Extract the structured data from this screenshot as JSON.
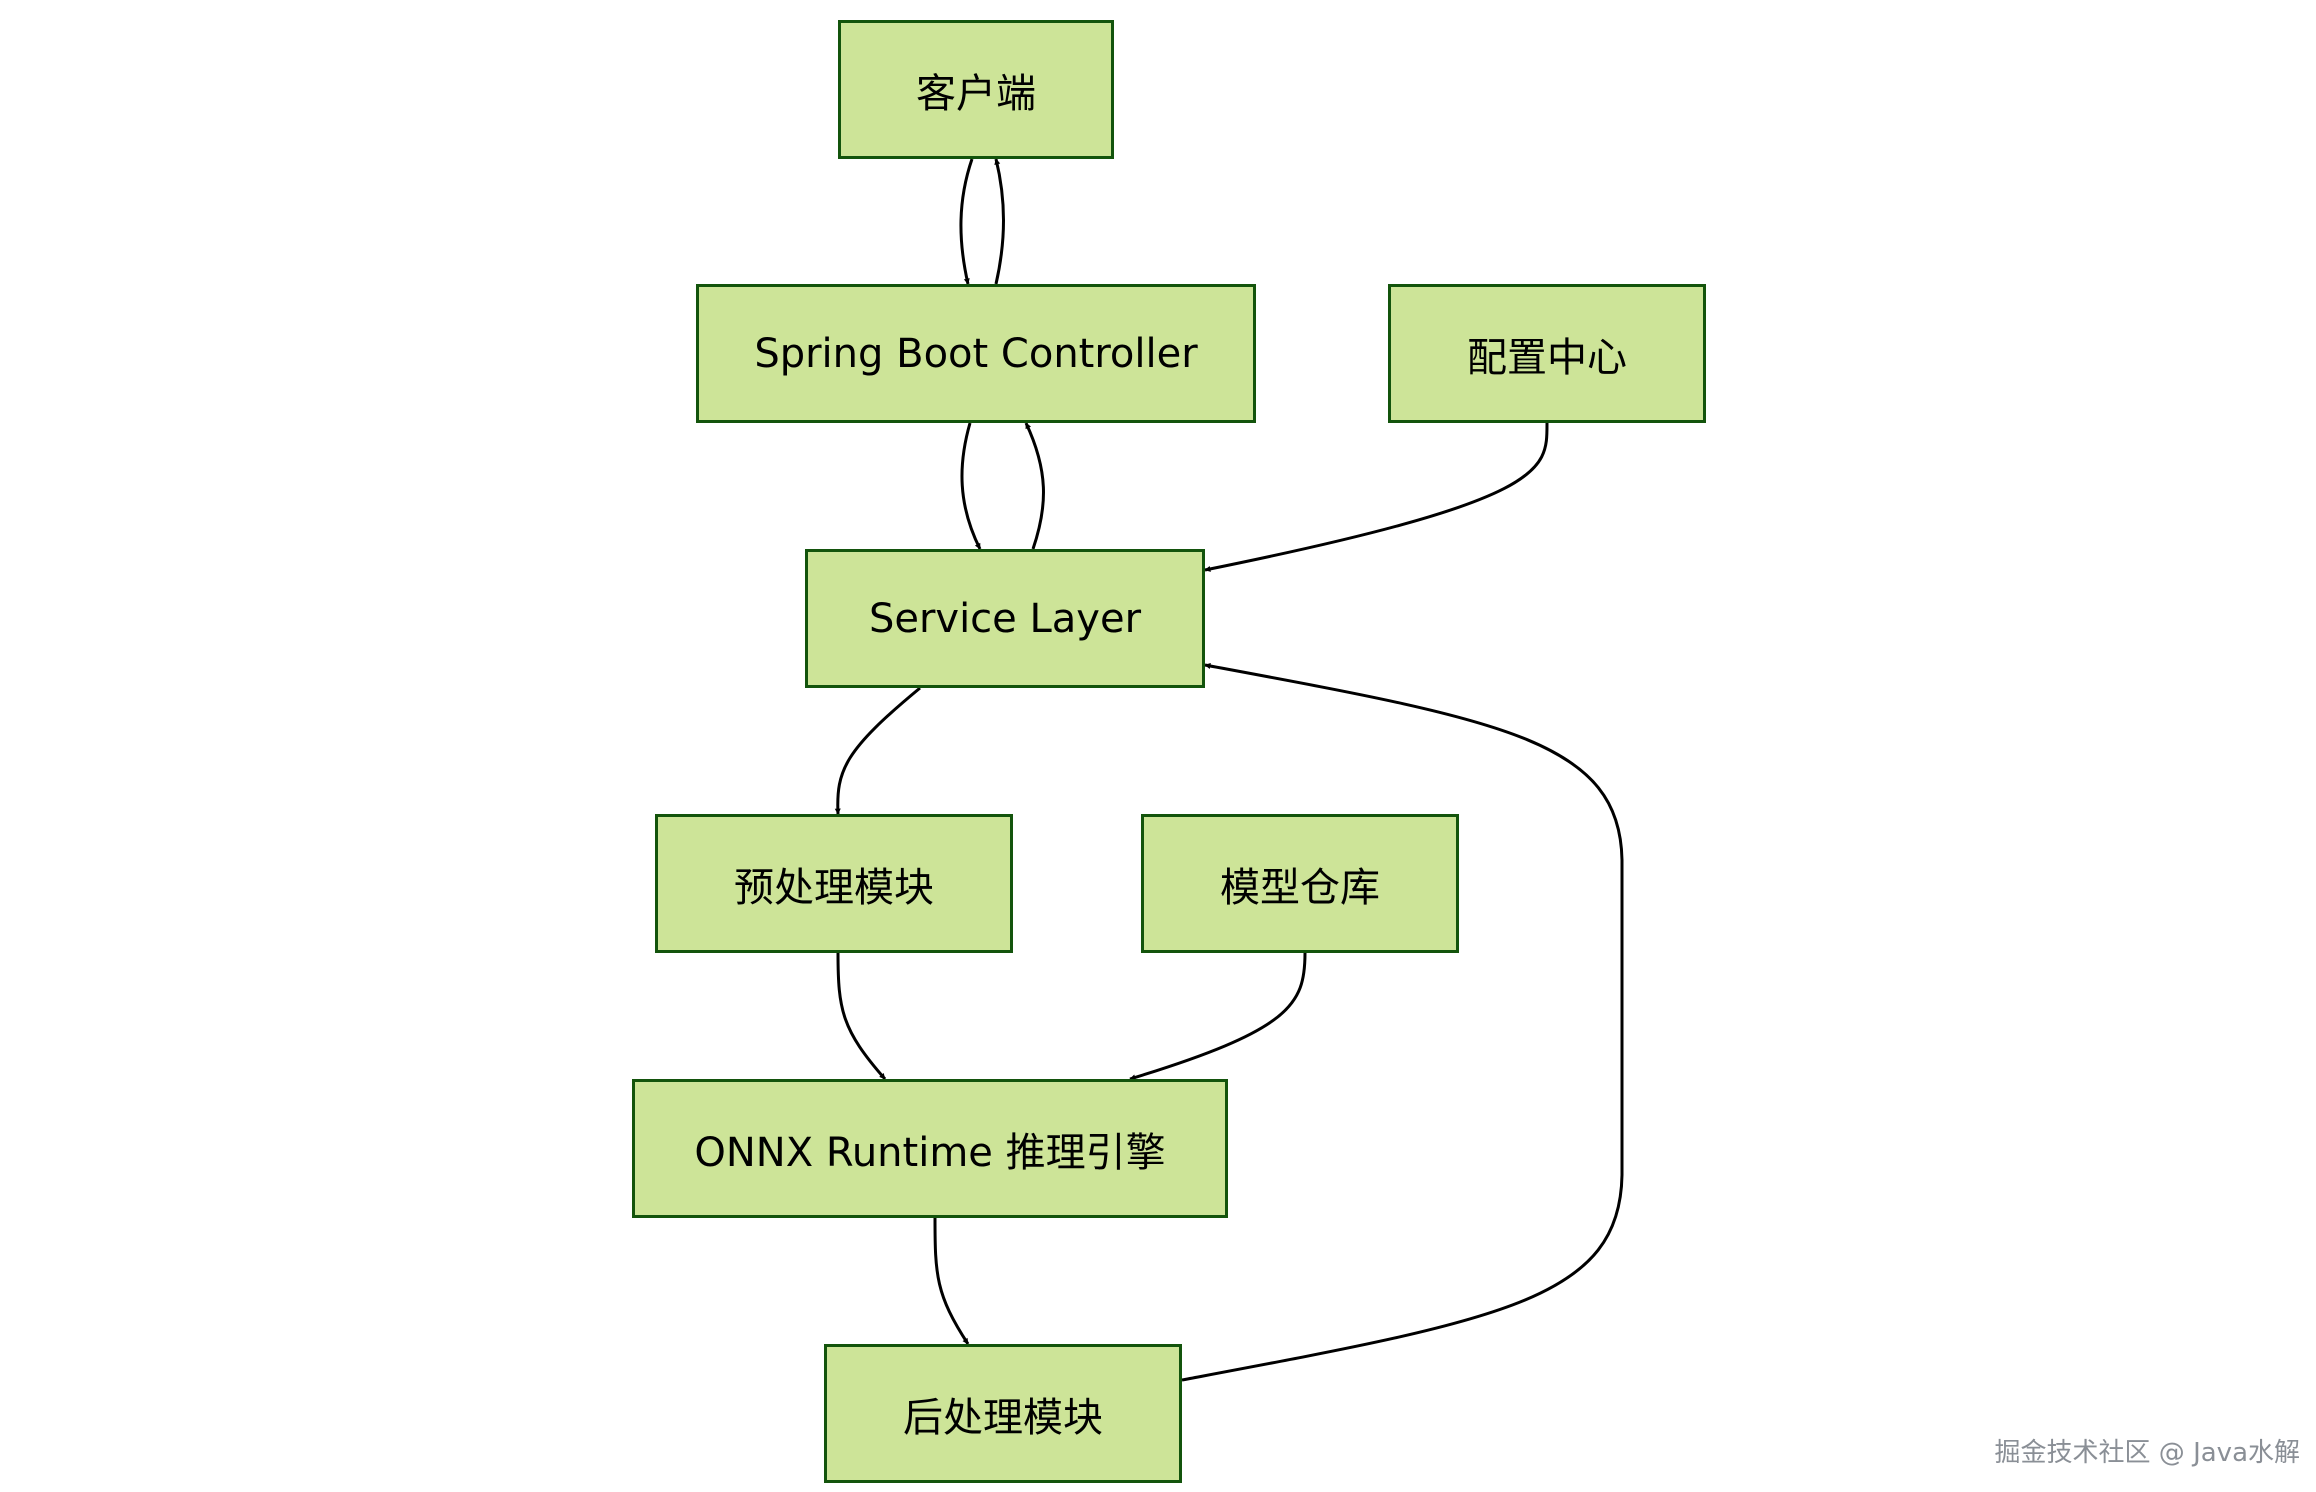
{
  "nodes": {
    "client": "客户端",
    "controller": "Spring Boot Controller",
    "config": "配置中心",
    "service": "Service Layer",
    "preprocess": "预处理模块",
    "model_repo": "模型仓库",
    "onnx": "ONNX Runtime 推理引擎",
    "postprocess": "后处理模块"
  },
  "edges": [
    {
      "from": "客户端",
      "to": "Spring Boot Controller"
    },
    {
      "from": "Spring Boot Controller",
      "to": "客户端"
    },
    {
      "from": "Spring Boot Controller",
      "to": "Service Layer"
    },
    {
      "from": "Service Layer",
      "to": "Spring Boot Controller"
    },
    {
      "from": "配置中心",
      "to": "Service Layer"
    },
    {
      "from": "Service Layer",
      "to": "预处理模块"
    },
    {
      "from": "预处理模块",
      "to": "ONNX Runtime 推理引擎"
    },
    {
      "from": "模型仓库",
      "to": "ONNX Runtime 推理引擎"
    },
    {
      "from": "ONNX Runtime 推理引擎",
      "to": "后处理模块"
    },
    {
      "from": "后处理模块",
      "to": "Service Layer"
    }
  ],
  "colors": {
    "node_fill": "#cde498",
    "node_border": "#13540c",
    "edge": "#000000",
    "watermark": "#8a8f96"
  },
  "watermark": "掘金技术社区 @ Java水解"
}
